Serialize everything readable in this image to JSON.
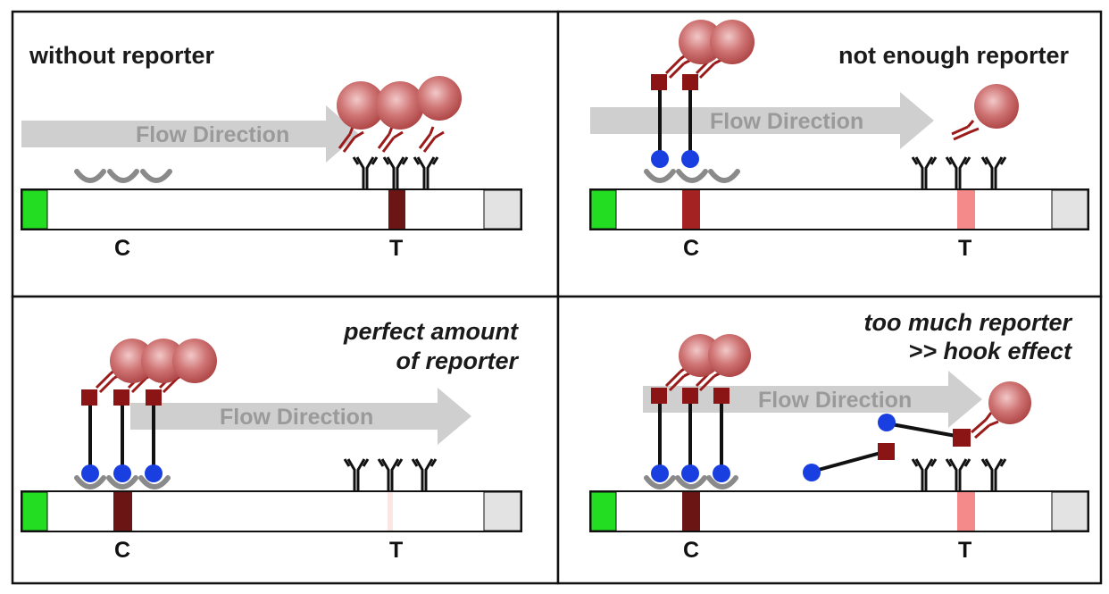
{
  "panels": [
    {
      "title_lines": [
        "without reporter"
      ],
      "flow_label": "Flow Direction",
      "control_label": "C",
      "test_label": "T"
    },
    {
      "title_lines": [
        "not enough reporter"
      ],
      "flow_label": "Flow Direction",
      "control_label": "C",
      "test_label": "T"
    },
    {
      "title_lines": [
        "perfect amount",
        "of reporter"
      ],
      "flow_label": "Flow Direction",
      "control_label": "C",
      "test_label": "T"
    },
    {
      "title_lines": [
        "too much reporter",
        ">> hook effect"
      ],
      "flow_label": "Flow Direction",
      "control_label": "C",
      "test_label": "T"
    }
  ],
  "colors": {
    "sample_pad": "#22dd22",
    "absorbent_pad": "#e3e3e3",
    "strip_fill": "#ffffff",
    "line_strong": "#6b1515",
    "line_medium": "#a52222",
    "line_weak": "#f58a8a",
    "line_faint": "#fbe6e6",
    "antibody_black": "#111111",
    "antibody_red": "#9b1b1b",
    "reporter": "#c55a5a",
    "analyte": "#1a3fe0",
    "receptor": "#8a8a8a",
    "flow_arrow": "#cfcfcf"
  },
  "icons": {
    "sample_pad": "sample-pad-icon",
    "absorbent_pad": "absorbent-pad-icon",
    "capture_antibody": "y-antibody-icon",
    "reporter_particle": "gold-nanoparticle-icon",
    "analyte": "blue-analyte-icon",
    "control_receptor": "cup-receptor-icon"
  }
}
